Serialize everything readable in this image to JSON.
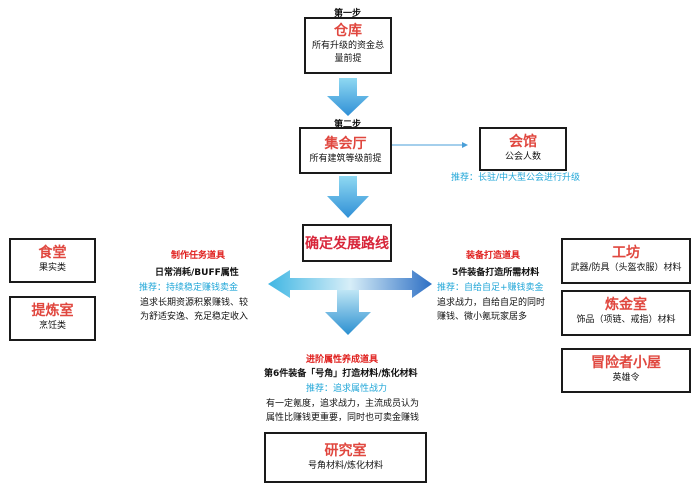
{
  "steps": {
    "step1": "第一步",
    "step2": "第二步"
  },
  "warehouse": {
    "title": "仓库",
    "desc1": "所有升级的资金总",
    "desc2": "量前提"
  },
  "hall": {
    "title": "集会厅",
    "desc": "所有建筑等级前提"
  },
  "guildhouse": {
    "title": "会馆",
    "desc": "公会人数",
    "note": "推荐：长驻/中大型公会进行升级"
  },
  "route": {
    "title": "确定发展路线"
  },
  "left": {
    "heading": "制作任务道具",
    "sub": "日常消耗/BUFF属性",
    "rec": "推荐：持续稳定赚钱卖金",
    "line1": "追求长期资源积累赚钱、较",
    "line2": "为舒适安逸、充足稳定收入",
    "canteen": {
      "title": "食堂",
      "desc": "果实类"
    },
    "refinery": {
      "title": "提炼室",
      "desc": "烹饪类"
    }
  },
  "right": {
    "heading": "装备打造道具",
    "sub": "5件装备打造所需材料",
    "rec": "推荐：自给自足+赚钱卖金",
    "line1": "追求战力，自给自足的同时",
    "line2": "赚钱、微小氪玩家居多",
    "workshop": {
      "title": "工坊",
      "desc": "武器/防具（头盔衣服）材料"
    },
    "alchemy": {
      "title": "炼金室",
      "desc": "饰品（项链、戒指）材料"
    },
    "adventurer": {
      "title": "冒险者小屋",
      "desc": "英雄令"
    }
  },
  "bottom": {
    "heading": "进阶属性养成道具",
    "sub": "第6件装备「号角」打造材料/炼化材料",
    "rec": "推荐：追求属性战力",
    "line1": "有一定氪度，追求战力，主流成员认为",
    "line2": "属性比赚钱更重要，同时也可卖金赚钱",
    "lab": {
      "title": "研究室",
      "desc": "号角材料/炼化材料"
    }
  },
  "colors": {
    "title_red": "#e0473f",
    "rec_blue": "#22a7d8",
    "arrow_light": "#4ec3e6",
    "arrow_dark": "#2a73c8"
  }
}
